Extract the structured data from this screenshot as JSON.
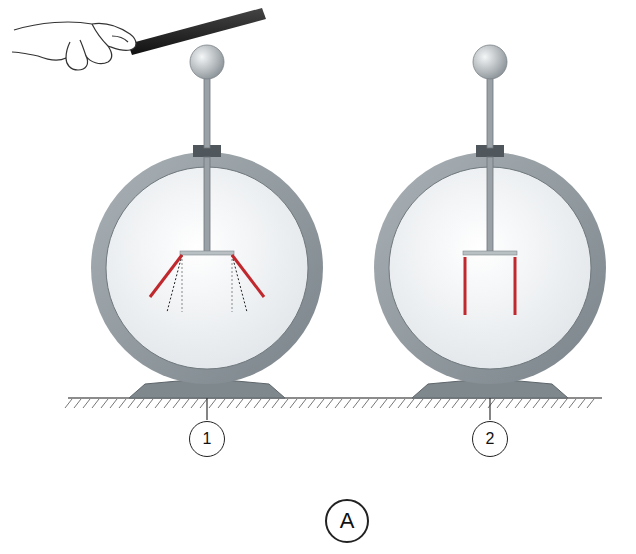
{
  "diagram": {
    "nodes": [
      {
        "text": [
          "1"
        ]
      },
      {
        "text": [
          "2"
        ]
      },
      {
        "text": [
          "A"
        ]
      }
    ]
  }
}
